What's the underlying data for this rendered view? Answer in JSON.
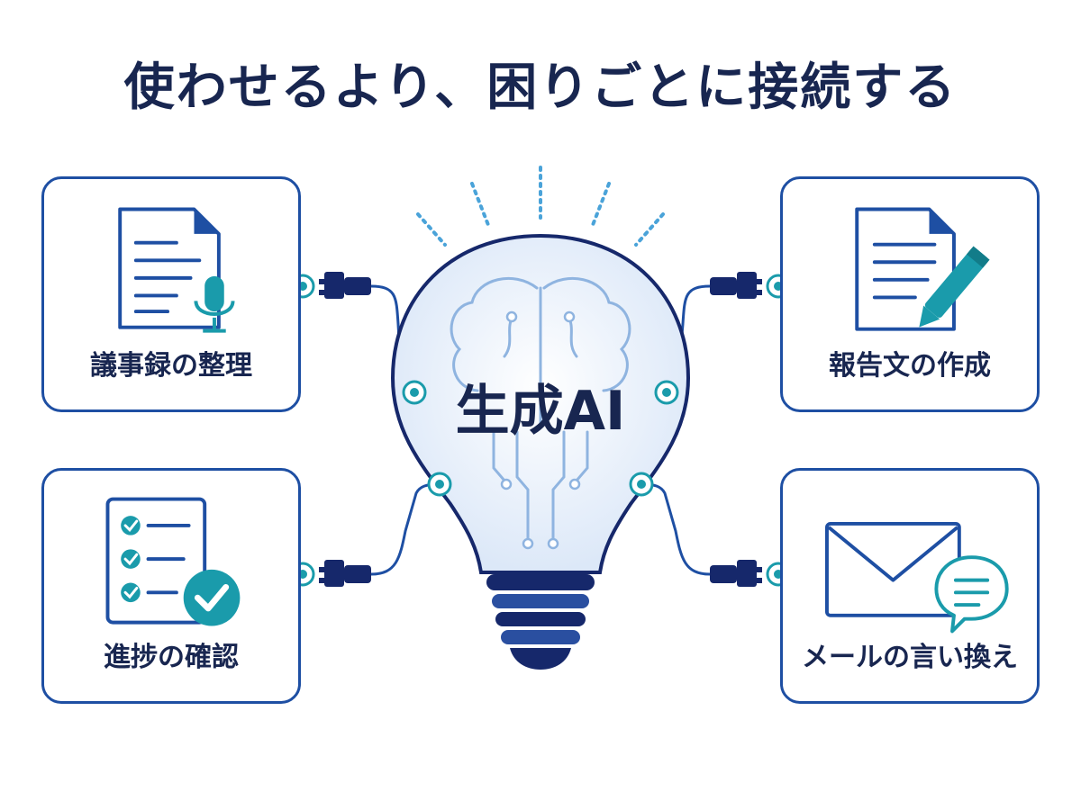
{
  "title": "使わせるより、困りごとに接続する",
  "center": {
    "label": "生成AI"
  },
  "cards": {
    "top_left": {
      "label": "議事録の整理",
      "icon": "document-microphone-icon"
    },
    "bottom_left": {
      "label": "進捗の確認",
      "icon": "checklist-icon"
    },
    "top_right": {
      "label": "報告文の作成",
      "icon": "document-pen-icon"
    },
    "bottom_right": {
      "label": "メールの言い換え",
      "icon": "envelope-chat-icon"
    }
  },
  "colors": {
    "navy": "#182650",
    "border_blue": "#1e4fa3",
    "accent_teal": "#1a9bab",
    "plug": "#16286b",
    "bulb_glow": "#e8f0fb",
    "rays": "#4aa3d9"
  }
}
